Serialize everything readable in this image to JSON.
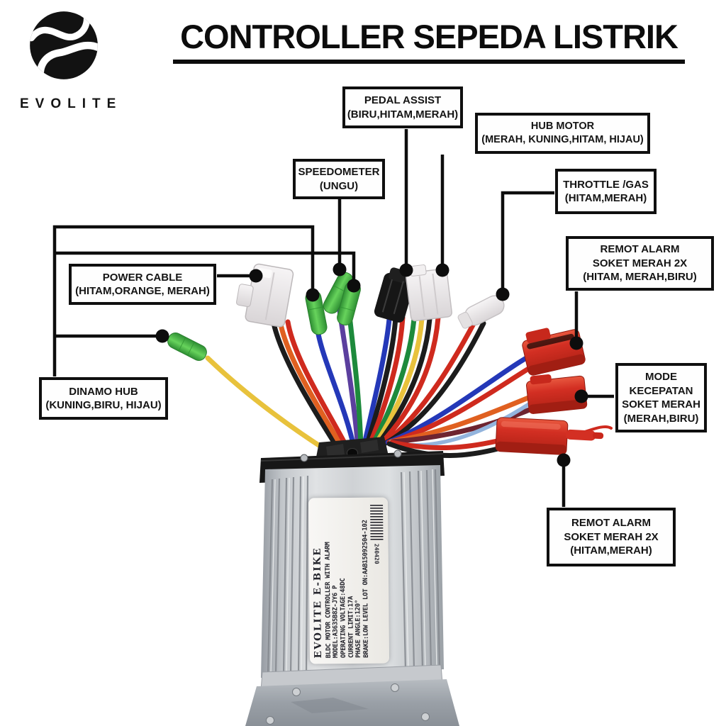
{
  "brand": {
    "name": "EVOLITE"
  },
  "header": {
    "title": "CONTROLLER SEPEDA LISTRIK"
  },
  "callouts": [
    {
      "id": "pedal-assist",
      "lines": [
        "PEDAL ASSIST",
        "(BIRU,HITAM,MERAH)"
      ]
    },
    {
      "id": "hub-motor",
      "lines": [
        "HUB MOTOR",
        "(MERAH, KUNING,HITAM, HIJAU)"
      ]
    },
    {
      "id": "speedometer",
      "lines": [
        "SPEEDOMETER",
        "(UNGU)"
      ]
    },
    {
      "id": "throttle-gas",
      "lines": [
        "THROTTLE /GAS",
        "(HITAM,MERAH)"
      ]
    },
    {
      "id": "remot-alarm-1",
      "lines": [
        "REMOT ALARM",
        "SOKET MERAH 2X",
        "(HITAM, MERAH,BIRU)"
      ]
    },
    {
      "id": "power-cable",
      "lines": [
        "POWER CABLE",
        "(HITAM,ORANGE, MERAH)"
      ]
    },
    {
      "id": "mode-kecepatan",
      "lines": [
        "MODE",
        "KECEPATAN",
        "SOKET MERAH",
        "(MERAH,BIRU)"
      ]
    },
    {
      "id": "dinamo-hub",
      "lines": [
        "DINAMO HUB",
        "(KUNING,BIRU, HIJAU)"
      ]
    },
    {
      "id": "remot-alarm-2",
      "lines": [
        "REMOT ALARM",
        "SOKET MERAH 2X",
        "(HITAM,MERAH)"
      ]
    }
  ],
  "controller_label": {
    "brand_line": "EVOLITE E-BIKE",
    "spec_lines": [
      "BLDC MOTOR CONTROLLER WITH ALARM",
      "MODEL:A3635B8Z-JY6 P",
      "OPERATING VOLTAGE:48DC",
      "CURRENT LIMIT:17A",
      "PHASE ANGLE:120°",
      "BRAKE:LOW LEVEL LOT ON:AAB15092504-102"
    ],
    "barcode_number": "240420"
  },
  "colors": {
    "leader_line": "#0d0d0d",
    "connector_red": "#d32f23",
    "crimp_green": "#3fae3f",
    "wire_yellow": "#e8c23c",
    "wire_blue": "#2438b8",
    "wire_purple": "#5b3f9e",
    "wire_green": "#1d8a3c",
    "wire_orange": "#e06020",
    "wire_red": "#cf2a1e",
    "wire_black": "#1c1c1c"
  }
}
